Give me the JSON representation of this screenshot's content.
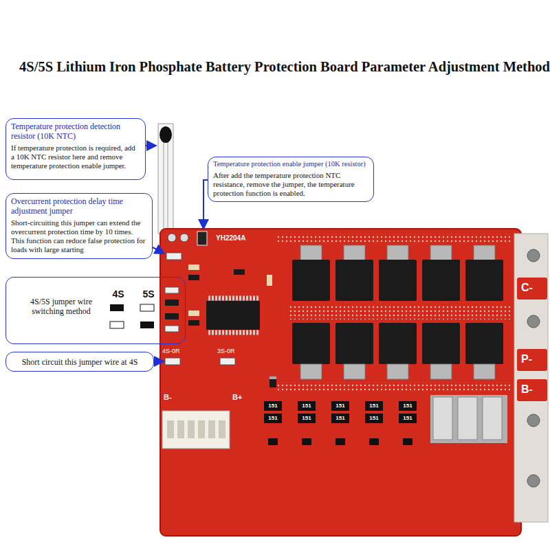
{
  "diagram": {
    "title": "4S/5S Lithium Iron Phosphate Battery Protection Board Parameter Adjustment Method",
    "nodes": [
      {
        "text": [
          "Temperature protection detection resistor (10K NTC)",
          "If temperature protection is required, add a 10K NTC resistor here and remove temperature protection enable jumper."
        ]
      },
      {
        "text": [
          "Temperature protection enable jumper (10K resistor)",
          "After add the temperature protection NTC resistance, remove the jumper, the temperature protection function is enabled."
        ]
      },
      {
        "text": [
          "Overcurrent protection delay time adjustment jumper",
          "Short-circuiting this jumper can extend the overcurrent protection time by 10 times. This function can reduce false protection for loads with large starting"
        ]
      },
      {
        "text": [
          "4S/5S jumper wire switching method",
          "4S",
          "5S"
        ]
      },
      {
        "text": [
          "Short circuit this jumper wire at 4S"
        ]
      }
    ],
    "labels": [
      "YH2204A",
      "C-",
      "P-",
      "B-",
      "4S-0R",
      "3S-0R",
      "B-",
      "B+",
      "151",
      "151",
      "151",
      "151",
      "151",
      "151",
      "151",
      "151",
      "151",
      "151"
    ]
  }
}
